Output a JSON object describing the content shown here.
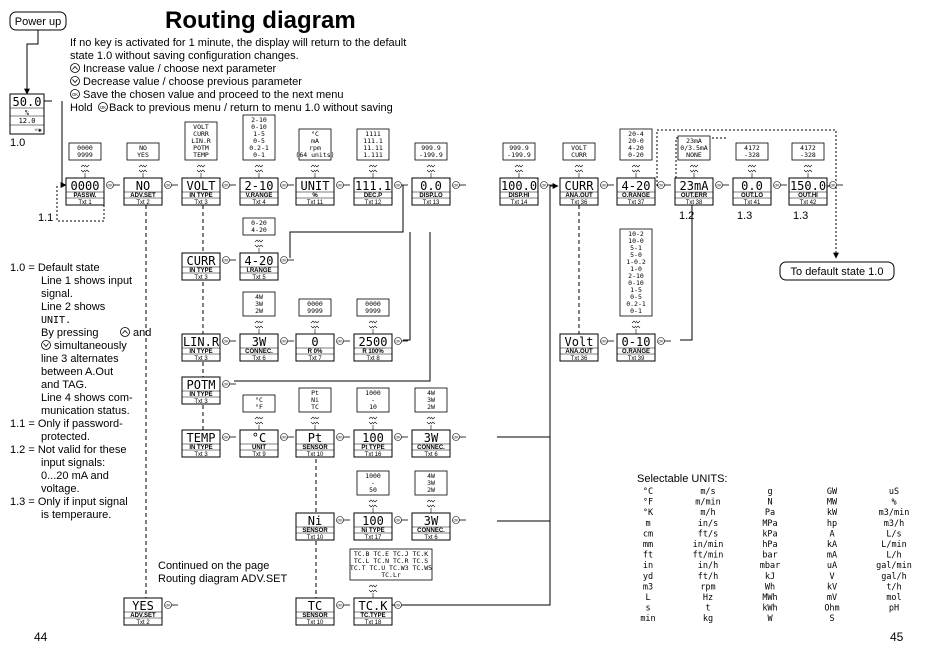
{
  "title": "Routing diagram",
  "power_up": "Power up",
  "intro": [
    "If no key is activated for 1 minute, the display will return to the default",
    "state 1.0 without saving configuration changes.",
    "Increase value / choose next parameter",
    "Decrease value / choose previous parameter",
    "Save the chosen value and proceed to the next menu",
    "Hold ",
    " Back to previous menu / return to menu 1.0 without saving"
  ],
  "ok": "OK",
  "initial_display": {
    "line1": "50.0",
    "line2": "%",
    "line3": "12.0",
    "line4": "☼✱",
    "label": "1.0"
  },
  "label_1_1": "1.1",
  "notes": [
    "1.0 = Default state",
    "Line 1 shows input",
    "signal.",
    "Line 2 shows",
    "UNIT.",
    "By pressing",
    "and",
    "simultaneously",
    "line 3 alternates",
    "between A.Out",
    "and TAG.",
    "Line 4 shows com-",
    "munication status.",
    "1.1 = Only if password-",
    "protected.",
    "1.2 = Not valid for these",
    "input signals:",
    "0...20 mA and",
    "voltage.",
    "1.3 = Only if input signal",
    "is temperaure."
  ],
  "continued": [
    "Continued on the page",
    "Routing diagram ADV.SET"
  ],
  "to_default": "To default state 1.0",
  "selectable_title": "Selectable UNITS:",
  "units": [
    [
      "°C",
      "°F",
      "°K",
      "m",
      "cm",
      "mm",
      "ft",
      "in",
      "yd",
      "m3",
      "L",
      "s",
      "min"
    ],
    [
      "m/s",
      "m/min",
      "m/h",
      "in/s",
      "ft/s",
      "in/min",
      "ft/min",
      "in/h",
      "ft/h",
      "rpm",
      "Hz",
      "t",
      "kg"
    ],
    [
      "g",
      "N",
      "Pa",
      "MPa",
      "kPa",
      "hPa",
      "bar",
      "mbar",
      "kJ",
      "Wh",
      "MWh",
      "kWh",
      "W"
    ],
    [
      "GW",
      "MW",
      "kW",
      "hp",
      "A",
      "kA",
      "mA",
      "uA",
      "V",
      "kV",
      "mV",
      "Ohm",
      "S"
    ],
    [
      "uS",
      "%",
      "m3/min",
      "m3/h",
      "L/s",
      "L/min",
      "L/h",
      "gal/min",
      "gal/h",
      "t/h",
      "mol",
      "pH"
    ]
  ],
  "page_left": "44",
  "page_right": "45",
  "menus": [
    {
      "key": "passw",
      "value": "0000",
      "name": "PASSW.",
      "txt": "Txt 1",
      "options": [
        "0000",
        "9999"
      ]
    },
    {
      "key": "advset",
      "value": "NO",
      "name": "ADV.SET",
      "txt": "Txt 2",
      "options": [
        "NO",
        "YES"
      ]
    },
    {
      "key": "intype_volt",
      "value": "VOLT",
      "name": "IN TYPE",
      "txt": "Txt 3",
      "options": [
        "VOLT",
        "CURR",
        "LIN.R",
        "POTM",
        "TEMP"
      ]
    },
    {
      "key": "vrange",
      "value": "2-10",
      "name": "V.RANGE",
      "txt": "Txt 4",
      "options": [
        "2-10",
        "0-10",
        "1-5",
        "0-5",
        "0.2-1",
        "0-1"
      ]
    },
    {
      "key": "unit",
      "value": "UNIT",
      "name": "%",
      "txt": "Txt 11",
      "options": [
        "°C",
        "mA",
        "rpm",
        "(64 units)"
      ]
    },
    {
      "key": "decp",
      "value": "111.1",
      "name": "DEC.P",
      "txt": "Txt 12",
      "options": [
        "1111",
        "111.1",
        "11.11",
        "1.111"
      ]
    },
    {
      "key": "displo",
      "value": "0.0",
      "name": "DISP.LO",
      "txt": "Txt 13",
      "options": [
        "999.9",
        "-199.9"
      ]
    },
    {
      "key": "disphi",
      "value": "100.0",
      "name": "DISP.HI",
      "txt": "Txt 14",
      "options": [
        "999.9",
        "-199.9"
      ]
    },
    {
      "key": "anaout_curr",
      "value": "CURR",
      "name": "ANA.OUT",
      "txt": "Txt 36",
      "options": [
        "VOLT",
        "CURR"
      ]
    },
    {
      "key": "orange_curr",
      "value": "4-20",
      "name": "O.RANGE",
      "txt": "Txt 37",
      "options": [
        "20-4",
        "20-0",
        "4-20",
        "0-20"
      ]
    },
    {
      "key": "outerr",
      "value": "23mA",
      "name": "OUT.ERR",
      "txt": "Txt 38",
      "options": [
        "23mA",
        "0/3.5mA",
        "NONE"
      ]
    },
    {
      "key": "outlo",
      "value": "0.0",
      "name": "OUT.LO",
      "txt": "Txt 41",
      "options": [
        "4172",
        "-328"
      ]
    },
    {
      "key": "outhi",
      "value": "150.0",
      "name": "OUT.HI",
      "txt": "Txt 42",
      "options": [
        "4172",
        "-328"
      ]
    },
    {
      "key": "intype_curr",
      "value": "CURR",
      "name": "IN TYPE",
      "txt": "Txt 3"
    },
    {
      "key": "irange",
      "value": "4-20",
      "name": "I.RANGE",
      "txt": "Txt 5",
      "options": [
        "0-20",
        "4-20"
      ]
    },
    {
      "key": "intype_linr",
      "value": "LIN.R",
      "name": "IN TYPE",
      "txt": "Txt 3"
    },
    {
      "key": "connec_linr",
      "value": "3W",
      "name": "CONNEC.",
      "txt": "Txt 6",
      "options": [
        "4W",
        "3W",
        "2W"
      ]
    },
    {
      "key": "r0",
      "value": "0",
      "name": "R 0%",
      "txt": "Txt 7",
      "options": [
        "0000",
        "9999"
      ]
    },
    {
      "key": "r100",
      "value": "2500",
      "name": "R 100%",
      "txt": "Txt 8",
      "options": [
        "0000",
        "9999"
      ]
    },
    {
      "key": "intype_potm",
      "value": "POTM",
      "name": "IN TYPE",
      "txt": "Txt 3"
    },
    {
      "key": "intype_temp",
      "value": "TEMP",
      "name": "IN TYPE",
      "txt": "Txt 3"
    },
    {
      "key": "tempunit",
      "value": "°C",
      "name": "UNIT",
      "txt": "Txt 9",
      "options": [
        "°C",
        "°F"
      ]
    },
    {
      "key": "sensor_pt",
      "value": "Pt",
      "name": "SENSOR",
      "txt": "Txt 10",
      "options": [
        "Pt",
        "Ni",
        "TC"
      ]
    },
    {
      "key": "pttype",
      "value": "100",
      "name": "Pt TYPE",
      "txt": "Txt 16",
      "options": [
        "1000",
        "-",
        "10"
      ]
    },
    {
      "key": "connec_pt",
      "value": "3W",
      "name": "CONNEC.",
      "txt": "Txt 6",
      "options": [
        "4W",
        "3W",
        "2W"
      ]
    },
    {
      "key": "sensor_ni",
      "value": "Ni",
      "name": "SENSOR",
      "txt": "Txt 10"
    },
    {
      "key": "nitype",
      "value": "100",
      "name": "Ni TYPE",
      "txt": "Txt 17",
      "options": [
        "1000",
        "-",
        "50"
      ]
    },
    {
      "key": "connec_ni",
      "value": "3W",
      "name": "CONNEC.",
      "txt": "Txt 6",
      "options": [
        "4W",
        "3W",
        "2W"
      ]
    },
    {
      "key": "sensor_tc",
      "value": "TC",
      "name": "SENSOR",
      "txt": "Txt 10"
    },
    {
      "key": "tctype",
      "value": "TC.K",
      "name": "TC.TYPE",
      "txt": "Txt 18",
      "options": [
        "TC.B TC.E TC.J TC.K",
        "TC.L TC.N TC.R TC.S",
        "TC.T TC.U TC.W3 TC.W5",
        "TC.Lr"
      ]
    },
    {
      "key": "advset_yes",
      "value": "YES",
      "name": "ADV.SET",
      "txt": "Txt 2"
    },
    {
      "key": "anaout_volt",
      "value": "Volt",
      "name": "ANA.OUT",
      "txt": "Txt 36"
    },
    {
      "key": "orange_volt",
      "value": "0-10",
      "name": "O.RANGE",
      "txt": "Txt 39",
      "options": [
        "10-2",
        "10-0",
        "5-1",
        "5-0",
        "1-0.2",
        "1-0",
        "2-10",
        "0-10",
        "1-5",
        "0-5",
        "0.2-1",
        "0-1"
      ]
    }
  ],
  "foot_labels": [
    {
      "for": "outerr",
      "text": "1.2"
    },
    {
      "for": "outlo",
      "text": "1.3"
    },
    {
      "for": "outhi",
      "text": "1.3"
    }
  ]
}
